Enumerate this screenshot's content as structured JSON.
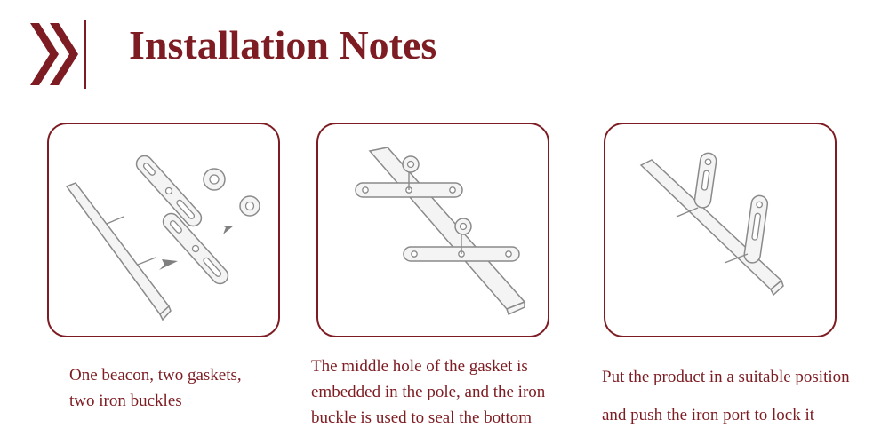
{
  "header": {
    "title": "Installation Notes"
  },
  "captions": [
    [
      "One beacon, two gaskets,",
      "two iron buckles"
    ],
    [
      "The middle hole of the gasket is",
      "embedded in the pole, and the iron",
      "buckle is used to seal the bottom"
    ],
    [
      "Put the product in a suitable position",
      "and push the iron port to lock it"
    ]
  ],
  "colors": {
    "accent": "#7d1c22"
  }
}
